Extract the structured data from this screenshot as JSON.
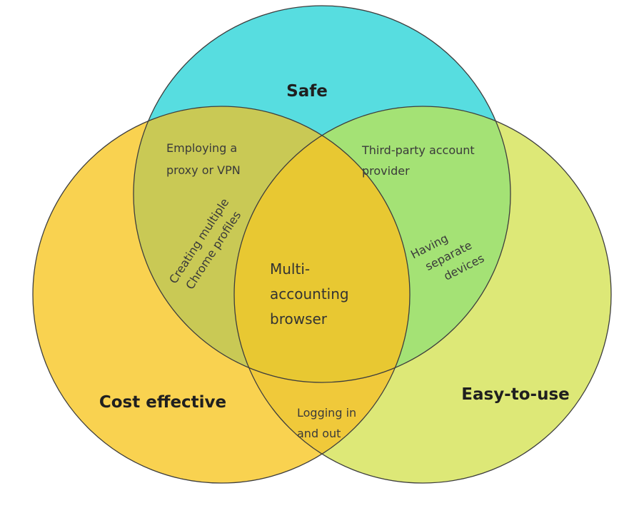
{
  "diagram": {
    "sets": {
      "safe": {
        "label": "Safe",
        "color": "#57dde0"
      },
      "cost": {
        "label": "Cost effective",
        "color": "#f9d250"
      },
      "easy": {
        "label": "Easy-to-use",
        "color": "#dde877"
      }
    },
    "regions": {
      "safe_cost_1": "Employing a",
      "safe_cost_2": "proxy or VPN",
      "chrome_1": "Creating multiple",
      "chrome_2": "Chrome profiles",
      "third_party_1": "Third-party account",
      "third_party_2": "provider",
      "devices_1": "Having",
      "devices_2": "separate",
      "devices_3": "devices",
      "center_1": "Multi-",
      "center_2": "accounting",
      "center_3": "browser",
      "logging_1": "Logging in",
      "logging_2": "and out"
    },
    "overlap_colors": {
      "safe_cost": "#c9c955",
      "safe_easy": "#a4e275",
      "cost_easy": "#f0c93a",
      "all": "#e8c832",
      "outline": "#3d3d3d"
    }
  }
}
